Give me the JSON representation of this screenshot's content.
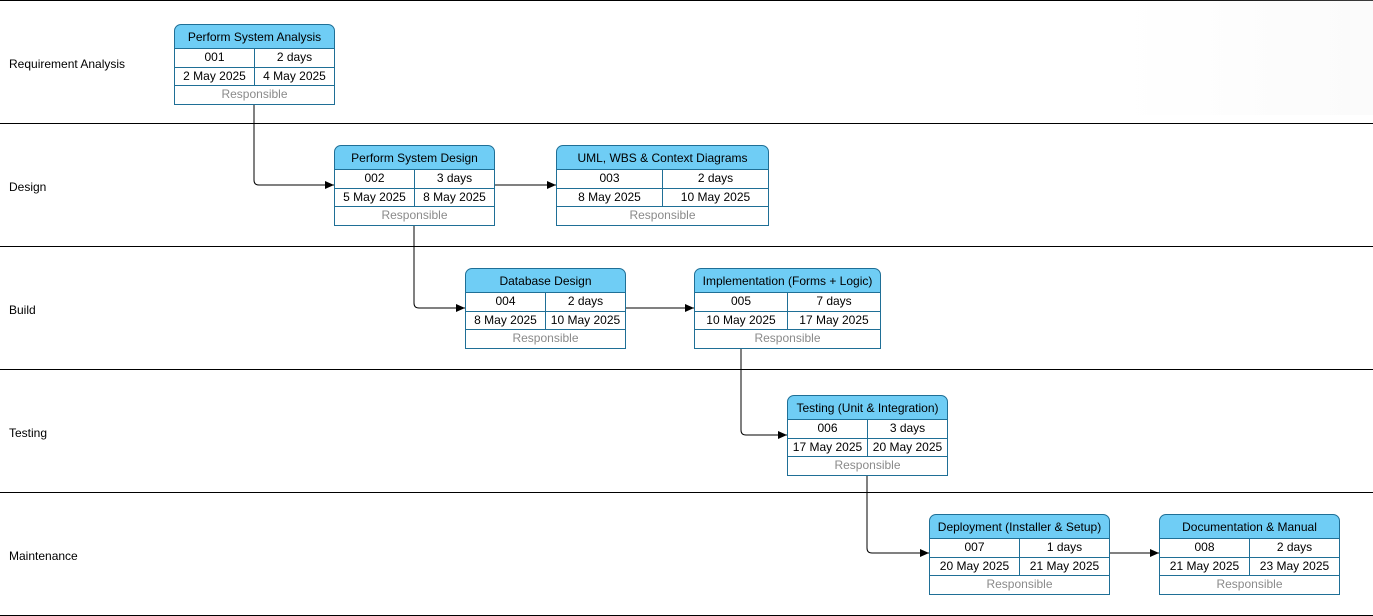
{
  "lanes": [
    {
      "label": "Requirement Analysis"
    },
    {
      "label": "Design"
    },
    {
      "label": "Build"
    },
    {
      "label": "Testing"
    },
    {
      "label": "Maintenance"
    }
  ],
  "tasks": [
    {
      "title": "Perform System Analysis",
      "id": "001",
      "duration": "2 days",
      "start": "2 May 2025",
      "end": "4 May 2025",
      "responsible": "Responsible"
    },
    {
      "title": "Perform System Design",
      "id": "002",
      "duration": "3 days",
      "start": "5 May 2025",
      "end": "8 May 2025",
      "responsible": "Responsible"
    },
    {
      "title": "UML, WBS & Context Diagrams",
      "id": "003",
      "duration": "2 days",
      "start": "8 May 2025",
      "end": "10 May 2025",
      "responsible": "Responsible"
    },
    {
      "title": "Database Design",
      "id": "004",
      "duration": "2 days",
      "start": "8 May 2025",
      "end": "10 May 2025",
      "responsible": "Responsible"
    },
    {
      "title": "Implementation (Forms + Logic)",
      "id": "005",
      "duration": "7 days",
      "start": "10 May 2025",
      "end": "17 May 2025",
      "responsible": "Responsible"
    },
    {
      "title": "Testing (Unit & Integration)",
      "id": "006",
      "duration": "3 days",
      "start": "17 May 2025",
      "end": "20 May 2025",
      "responsible": "Responsible"
    },
    {
      "title": "Deployment (Installer & Setup)",
      "id": "007",
      "duration": "1 days",
      "start": "20 May 2025",
      "end": "21 May 2025",
      "responsible": "Responsible"
    },
    {
      "title": "Documentation & Manual",
      "id": "008",
      "duration": "2 days",
      "start": "21 May 2025",
      "end": "23 May 2025",
      "responsible": "Responsible"
    }
  ],
  "dependencies": [
    {
      "from": "001",
      "to": "002"
    },
    {
      "from": "002",
      "to": "003"
    },
    {
      "from": "002",
      "to": "004"
    },
    {
      "from": "004",
      "to": "005"
    },
    {
      "from": "005",
      "to": "006"
    },
    {
      "from": "006",
      "to": "007"
    },
    {
      "from": "007",
      "to": "008"
    }
  ],
  "colors": {
    "header_fill": "#6fcdf5",
    "header_border": "#1f6f96",
    "responsible_text": "#8a8a8a",
    "lane_border": "#000000"
  }
}
